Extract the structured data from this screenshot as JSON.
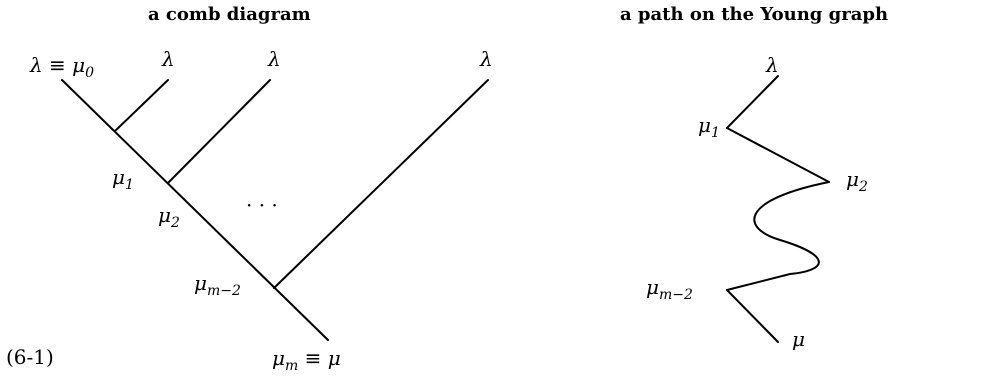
{
  "comb": {
    "title": "a comb diagram",
    "top_left_label": {
      "main": "λ ≡ μ",
      "sub": "0"
    },
    "leaf_labels": [
      "λ",
      "λ",
      "λ"
    ],
    "mu1": {
      "main": "μ",
      "sub": "1"
    },
    "mu2": {
      "main": "μ",
      "sub": "2"
    },
    "mu_m2": {
      "main": "μ",
      "sub": "m−2"
    },
    "bottom": {
      "main": "μ",
      "sub": "m",
      "tail": " ≡ μ"
    },
    "dots": "· · ·"
  },
  "path": {
    "title": "a path on the Young graph",
    "top": "λ",
    "mu1": {
      "main": "μ",
      "sub": "1"
    },
    "mu2": {
      "main": "μ",
      "sub": "2"
    },
    "mu_m2": {
      "main": "μ",
      "sub": "m−2"
    },
    "bottom": "μ"
  },
  "equation_number": "(6-1)"
}
